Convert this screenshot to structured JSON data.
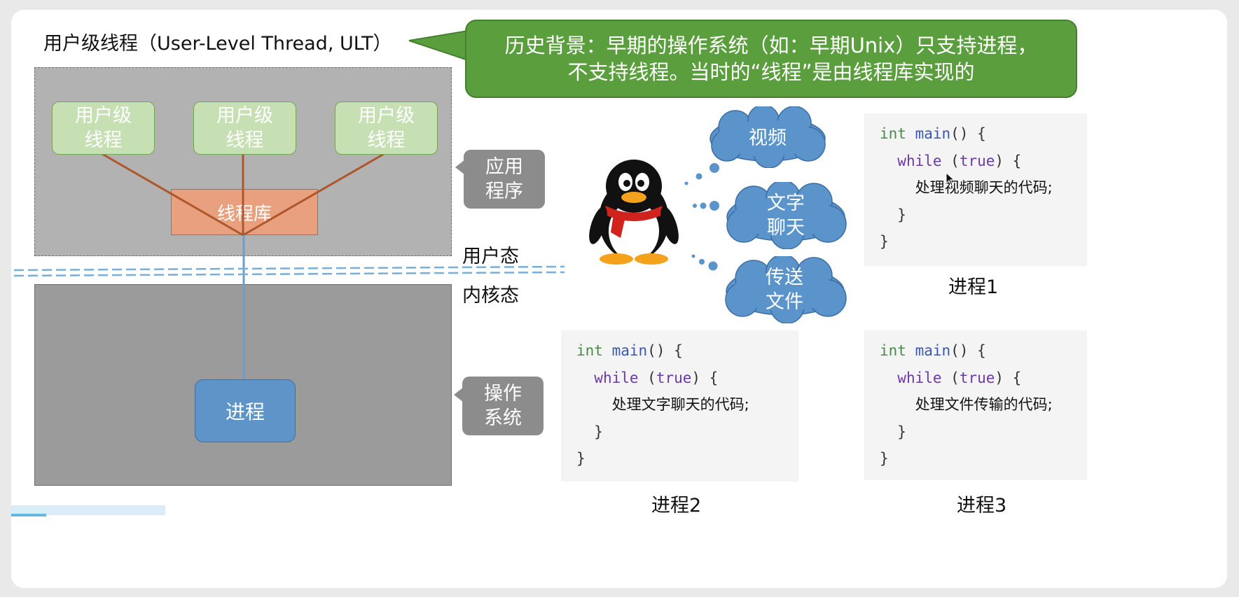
{
  "title": "用户级线程（User-Level Thread, ULT）",
  "callout": {
    "line1": "历史背景：早期的操作系统（如：早期Unix）只支持进程，",
    "line2": "不支持线程。当时的“线程”是由线程库实现的"
  },
  "ult_threads": [
    {
      "line1": "用户级",
      "line2": "线程"
    },
    {
      "line1": "用户级",
      "line2": "线程"
    },
    {
      "line1": "用户级",
      "line2": "线程"
    }
  ],
  "thread_library": "线程库",
  "process_box": "进程",
  "side_labels": {
    "app": {
      "line1": "应用",
      "line2": "程序"
    },
    "os": {
      "line1": "操作",
      "line2": "系统"
    }
  },
  "mode_labels": {
    "user": "用户态",
    "kernel": "内核态"
  },
  "clouds": [
    {
      "line1": "视频",
      "line2": ""
    },
    {
      "line1": "文字",
      "line2": "聊天"
    },
    {
      "line1": "传送",
      "line2": "文件"
    }
  ],
  "code_blocks": [
    {
      "label": "进程1",
      "kw_int": "int",
      "kw_main": "main",
      "open": "() {",
      "kw_while": "while",
      "kw_true": "true",
      "cond_open": " (",
      "cond_close": ") {",
      "body": "处理视频聊天的代码;",
      "close_inner": "}",
      "close_outer": "}"
    },
    {
      "label": "进程2",
      "kw_int": "int",
      "kw_main": "main",
      "open": "() {",
      "kw_while": "while",
      "kw_true": "true",
      "cond_open": " (",
      "cond_close": ") {",
      "body": "处理文字聊天的代码;",
      "close_inner": "}",
      "close_outer": "}"
    },
    {
      "label": "进程3",
      "kw_int": "int",
      "kw_main": "main",
      "open": "() {",
      "kw_while": "while",
      "kw_true": "true",
      "cond_open": " (",
      "cond_close": ") {",
      "body": "处理文件传输的代码;",
      "close_inner": "}",
      "close_outer": "}"
    }
  ],
  "colors": {
    "callout_green": "#5a9e3d",
    "thread_green": "#c6e0b4",
    "library_orange": "#e8a07f",
    "process_blue": "#5e94c8",
    "cloud_blue": "#5b93cb",
    "connector_brown": "#b0562b",
    "connector_blue": "#6a9ed0"
  },
  "icons": [
    "penguin-mascot-icon",
    "thought-cloud-icon",
    "mouse-cursor-icon"
  ]
}
